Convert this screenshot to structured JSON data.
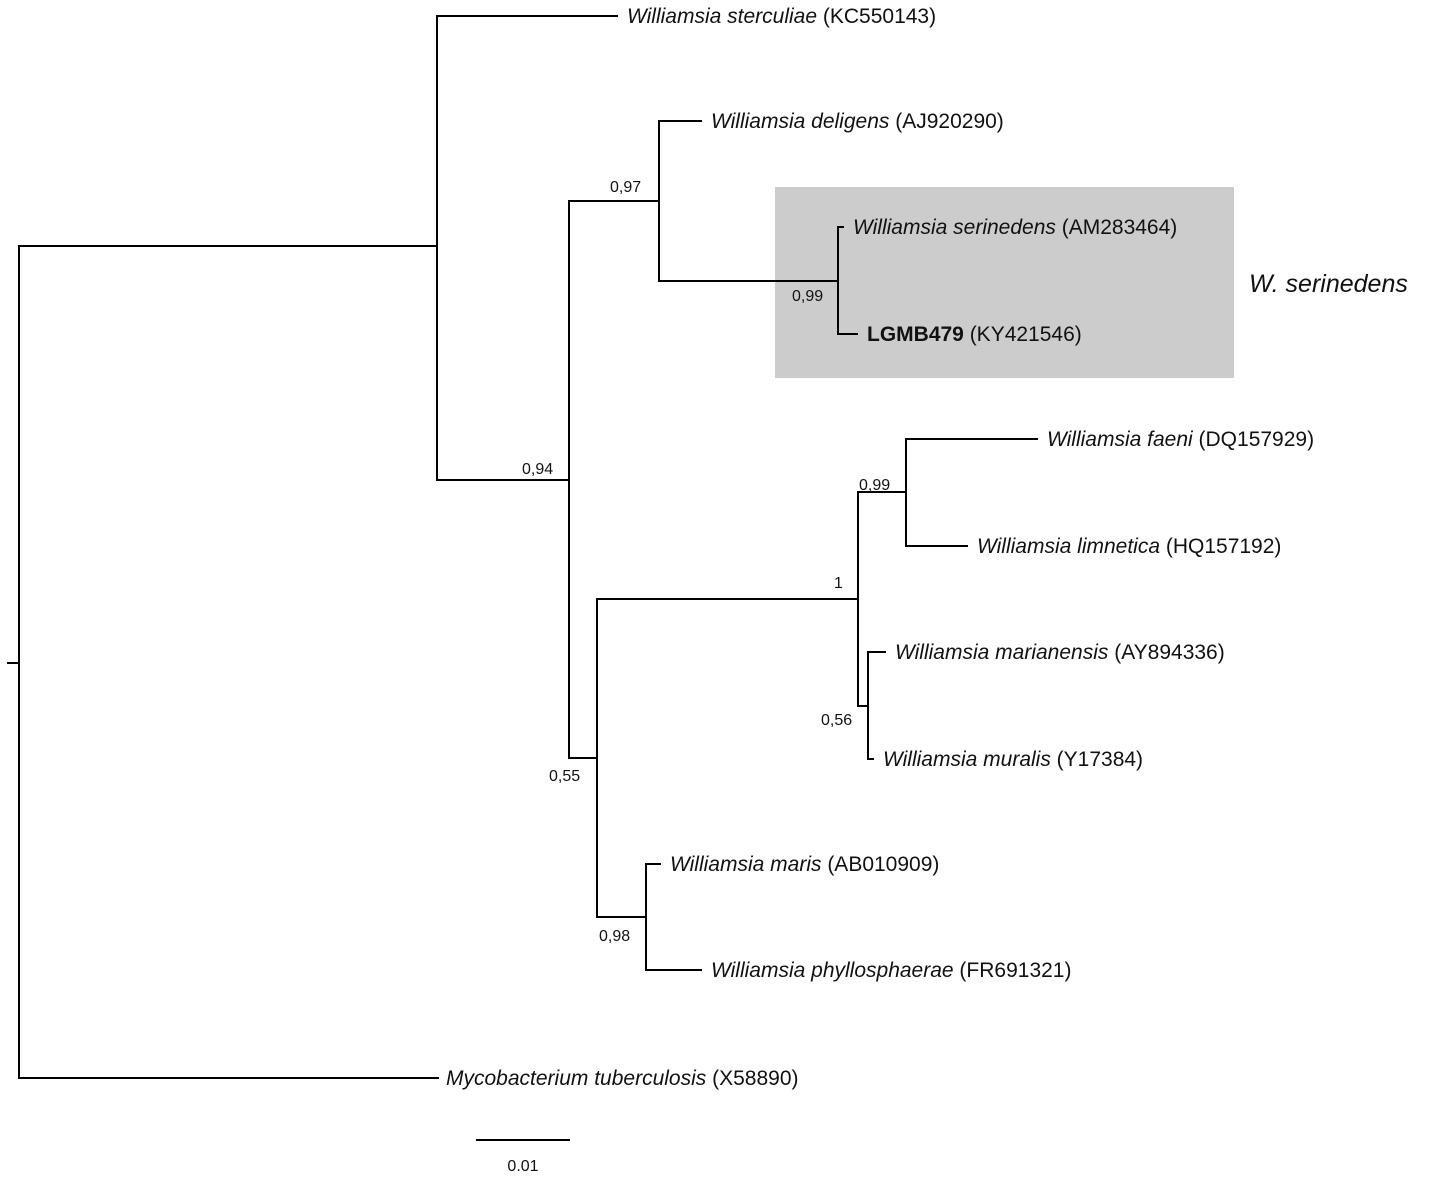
{
  "colors": {
    "branch": "#000000",
    "highlight_box": "#cccccc",
    "text": "#111111"
  },
  "highlight": {
    "label": "W. serinedens"
  },
  "tips": {
    "sterculiae": {
      "species": "Williamsia sterculiae",
      "accession": " (KC550143)"
    },
    "deligens": {
      "species": "Williamsia deligens",
      "accession": " (AJ920290)"
    },
    "serinedens": {
      "species": "Williamsia serinedens",
      "accession": " (AM283464)"
    },
    "lgmb479": {
      "strain": "LGMB479",
      "accession": " (KY421546)"
    },
    "faeni": {
      "species": "Williamsia faeni",
      "accession": " (DQ157929)"
    },
    "limnetica": {
      "species": "Williamsia limnetica",
      "accession": " (HQ157192)"
    },
    "marianensis": {
      "species": "Williamsia marianensis",
      "accession": " (AY894336)"
    },
    "muralis": {
      "species": "Williamsia muralis",
      "accession": " (Y17384)"
    },
    "maris": {
      "species": "Williamsia maris",
      "accession": " (AB010909)"
    },
    "phyllosphaerae": {
      "species": "Williamsia phyllosphaerae",
      "accession": " (FR691321)"
    },
    "tuberculosis": {
      "species": "Mycobacterium tuberculosis",
      "accession": " (X58890)"
    }
  },
  "support": {
    "deligens_serinedens": "0,97",
    "serinedens_lgmb479": "0,99",
    "ingroup_main": "0,94",
    "faeni_limnetica": "0,99",
    "faeni_muralis": "1",
    "marianensis_muralis": "0,56",
    "lower_group": "0,55",
    "maris_phyllosphaerae": "0,98"
  },
  "scale_bar": {
    "label": "0.01"
  }
}
